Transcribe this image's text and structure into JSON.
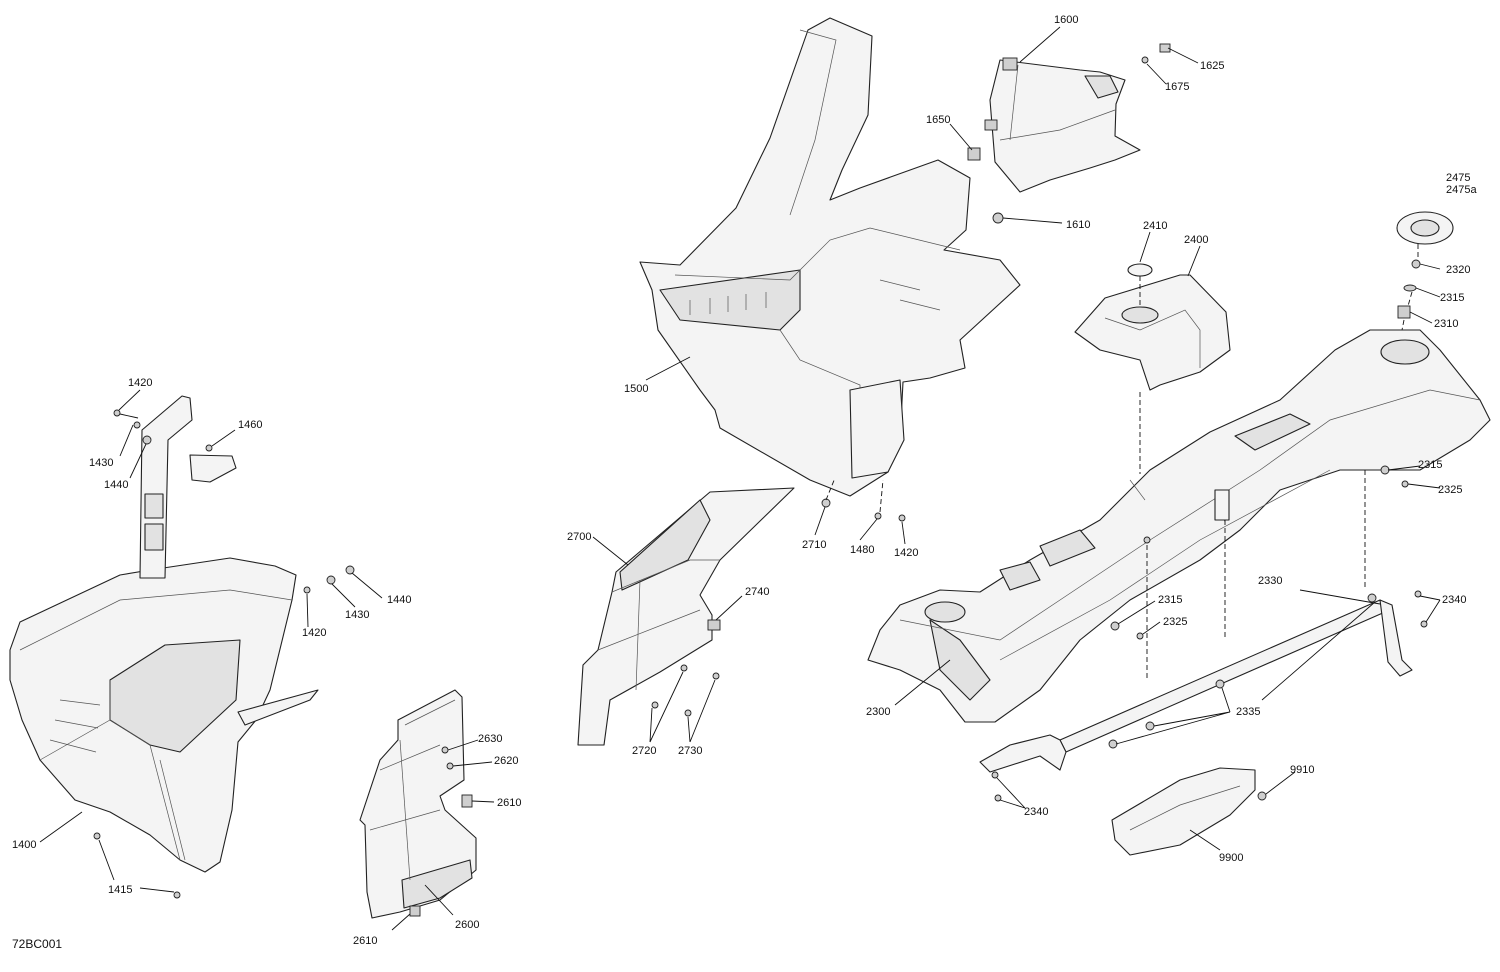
{
  "diagram_code": "72BC001",
  "callouts": {
    "c1400": "1400",
    "c1415": "1415",
    "c1420a": "1420",
    "c1420b": "1420",
    "c1420c": "1420",
    "c1430a": "1430",
    "c1430b": "1430",
    "c1440a": "1440",
    "c1440b": "1440",
    "c1460": "1460",
    "c1480": "1480",
    "c1500": "1500",
    "c1600": "1600",
    "c1610": "1610",
    "c1625": "1625",
    "c1650": "1650",
    "c1675": "1675",
    "c2300": "2300",
    "c2310": "2310",
    "c2315a": "2315",
    "c2315b": "2315",
    "c2315c": "2315",
    "c2320": "2320",
    "c2325a": "2325",
    "c2325b": "2325",
    "c2330": "2330",
    "c2335": "2335",
    "c2340a": "2340",
    "c2340b": "2340",
    "c2400": "2400",
    "c2410": "2410",
    "c2475": "2475",
    "c2475a": "2475a",
    "c2600": "2600",
    "c2610a": "2610",
    "c2610b": "2610",
    "c2620": "2620",
    "c2630": "2630",
    "c2700": "2700",
    "c2710": "2710",
    "c2720": "2720",
    "c2730": "2730",
    "c2740": "2740",
    "c9900": "9900",
    "c9910": "9910"
  }
}
